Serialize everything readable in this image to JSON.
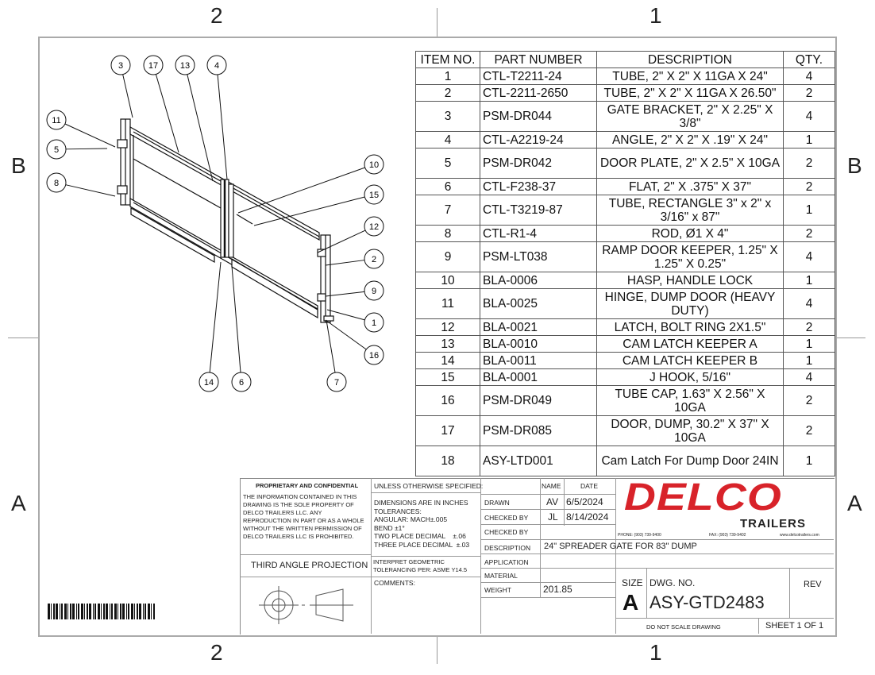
{
  "zones": {
    "top_left": "2",
    "top_right": "1",
    "bottom_left": "2",
    "bottom_right": "1",
    "left_upper": "B",
    "left_lower": "A",
    "right_upper": "B",
    "right_lower": "A"
  },
  "bom": {
    "headers": [
      "ITEM NO.",
      "PART NUMBER",
      "DESCRIPTION",
      "QTY."
    ],
    "rows": [
      {
        "item": "1",
        "part": "CTL-T2211-24",
        "desc": "TUBE, 2\" X 2\" X 11GA X 24\"",
        "qty": "4"
      },
      {
        "item": "2",
        "part": "CTL-2211-2650",
        "desc": "TUBE, 2\" X 2\" X 11GA X 26.50\"",
        "qty": "2"
      },
      {
        "item": "3",
        "part": "PSM-DR044",
        "desc": "GATE BRACKET, 2\" X 2.25\" X 3/8\"",
        "qty": "4"
      },
      {
        "item": "4",
        "part": "CTL-A2219-24",
        "desc": "ANGLE, 2\" X 2\" X .19\" X 24\"",
        "qty": "1"
      },
      {
        "item": "5",
        "part": "PSM-DR042",
        "desc": "DOOR PLATE, 2\" X 2.5\" X 10GA",
        "qty": "2"
      },
      {
        "item": "6",
        "part": "CTL-F238-37",
        "desc": "FLAT, 2\" X .375\" X 37\"",
        "qty": "2"
      },
      {
        "item": "7",
        "part": "CTL-T3219-87",
        "desc": "TUBE, RECTANGLE 3\" x 2\" x 3/16\" x 87\"",
        "qty": "1"
      },
      {
        "item": "8",
        "part": "CTL-R1-4",
        "desc": "ROD, Ø1 X 4\"",
        "qty": "2"
      },
      {
        "item": "9",
        "part": "PSM-LT038",
        "desc": "RAMP DOOR KEEPER, 1.25\" X 1.25\" X 0.25\"",
        "qty": "4"
      },
      {
        "item": "10",
        "part": "BLA-0006",
        "desc": "HASP, HANDLE LOCK",
        "qty": "1"
      },
      {
        "item": "11",
        "part": "BLA-0025",
        "desc": "HINGE, DUMP DOOR (HEAVY DUTY)",
        "qty": "4"
      },
      {
        "item": "12",
        "part": "BLA-0021",
        "desc": "LATCH, BOLT RING 2X1.5\"",
        "qty": "2"
      },
      {
        "item": "13",
        "part": "BLA-0010",
        "desc": "CAM LATCH KEEPER A",
        "qty": "1"
      },
      {
        "item": "14",
        "part": "BLA-0011",
        "desc": "CAM LATCH KEEPER B",
        "qty": "1"
      },
      {
        "item": "15",
        "part": "BLA-0001",
        "desc": "J HOOK, 5/16\"",
        "qty": "4"
      },
      {
        "item": "16",
        "part": "PSM-DR049",
        "desc": "TUBE CAP, 1.63\" X 2.56\" X 10GA",
        "qty": "2"
      },
      {
        "item": "17",
        "part": "PSM-DR085",
        "desc": "DOOR, DUMP, 30.2\" X 37\" X 10GA",
        "qty": "2"
      },
      {
        "item": "18",
        "part": "ASY-LTD001",
        "desc": "Cam Latch For Dump Door 24IN",
        "qty": "1"
      }
    ]
  },
  "balloons": [
    "3",
    "17",
    "13",
    "4",
    "11",
    "5",
    "8",
    "10",
    "15",
    "12",
    "2",
    "9",
    "1",
    "16",
    "14",
    "6",
    "7"
  ],
  "title_block": {
    "proprietary_title": "PROPRIETARY AND CONFIDENTIAL",
    "proprietary_text": "THE INFORMATION CONTAINED IN THIS DRAWING IS THE SOLE PROPERTY OF DELCO TRAILERS LLC.  ANY REPRODUCTION IN PART OR AS A WHOLE WITHOUT THE WRITTEN PERMISSION OF DELCO TRAILERS LLC IS PROHIBITED.",
    "projection": "THIRD ANGLE PROJECTION",
    "unless": "UNLESS OTHERWISE SPECIFIED:",
    "tol_lines": [
      "DIMENSIONS ARE IN INCHES",
      "TOLERANCES:",
      "ANGULAR: MACH±.005",
      "BEND ±1°",
      "TWO PLACE DECIMAL    ±.06",
      "THREE PLACE DECIMAL  ±.03"
    ],
    "geometric": "INTERPRET GEOMETRIC TOLERANCING PER: ASME Y14.5",
    "comments": "COMMENTS:",
    "name_hdr": "NAME",
    "date_hdr": "DATE",
    "drawn": "DRAWN",
    "drawn_name": "AV",
    "drawn_date": "6/5/2024",
    "checked1": "CHECKED BY",
    "checked1_name": "JL",
    "checked1_date": "8/14/2024",
    "checked2": "CHECKED BY",
    "description_lbl": "DESCRIPTION",
    "description": "24\" SPREADER GATE FOR 83\" DUMP",
    "application_lbl": "APPLICATION",
    "material_lbl": "MATERIAL",
    "weight_lbl": "WEIGHT",
    "weight": "201.85",
    "logo_main": "DELCO",
    "logo_sub": "TRAILERS",
    "phone": "PHONE: (903) 739-9400",
    "fax": "FAX: (903) 739-9402",
    "web": "www.delcotrailers.com",
    "size_lbl": "SIZE",
    "size": "A",
    "dwg_lbl": "DWG.  NO.",
    "dwg_no": "ASY-GTD2483",
    "rev_lbl": "REV",
    "no_scale": "DO NOT SCALE DRAWING",
    "sheet": "SHEET 1 OF 1"
  },
  "colors": {
    "logo_red": "#d8232a",
    "logo_dark": "#222222"
  }
}
